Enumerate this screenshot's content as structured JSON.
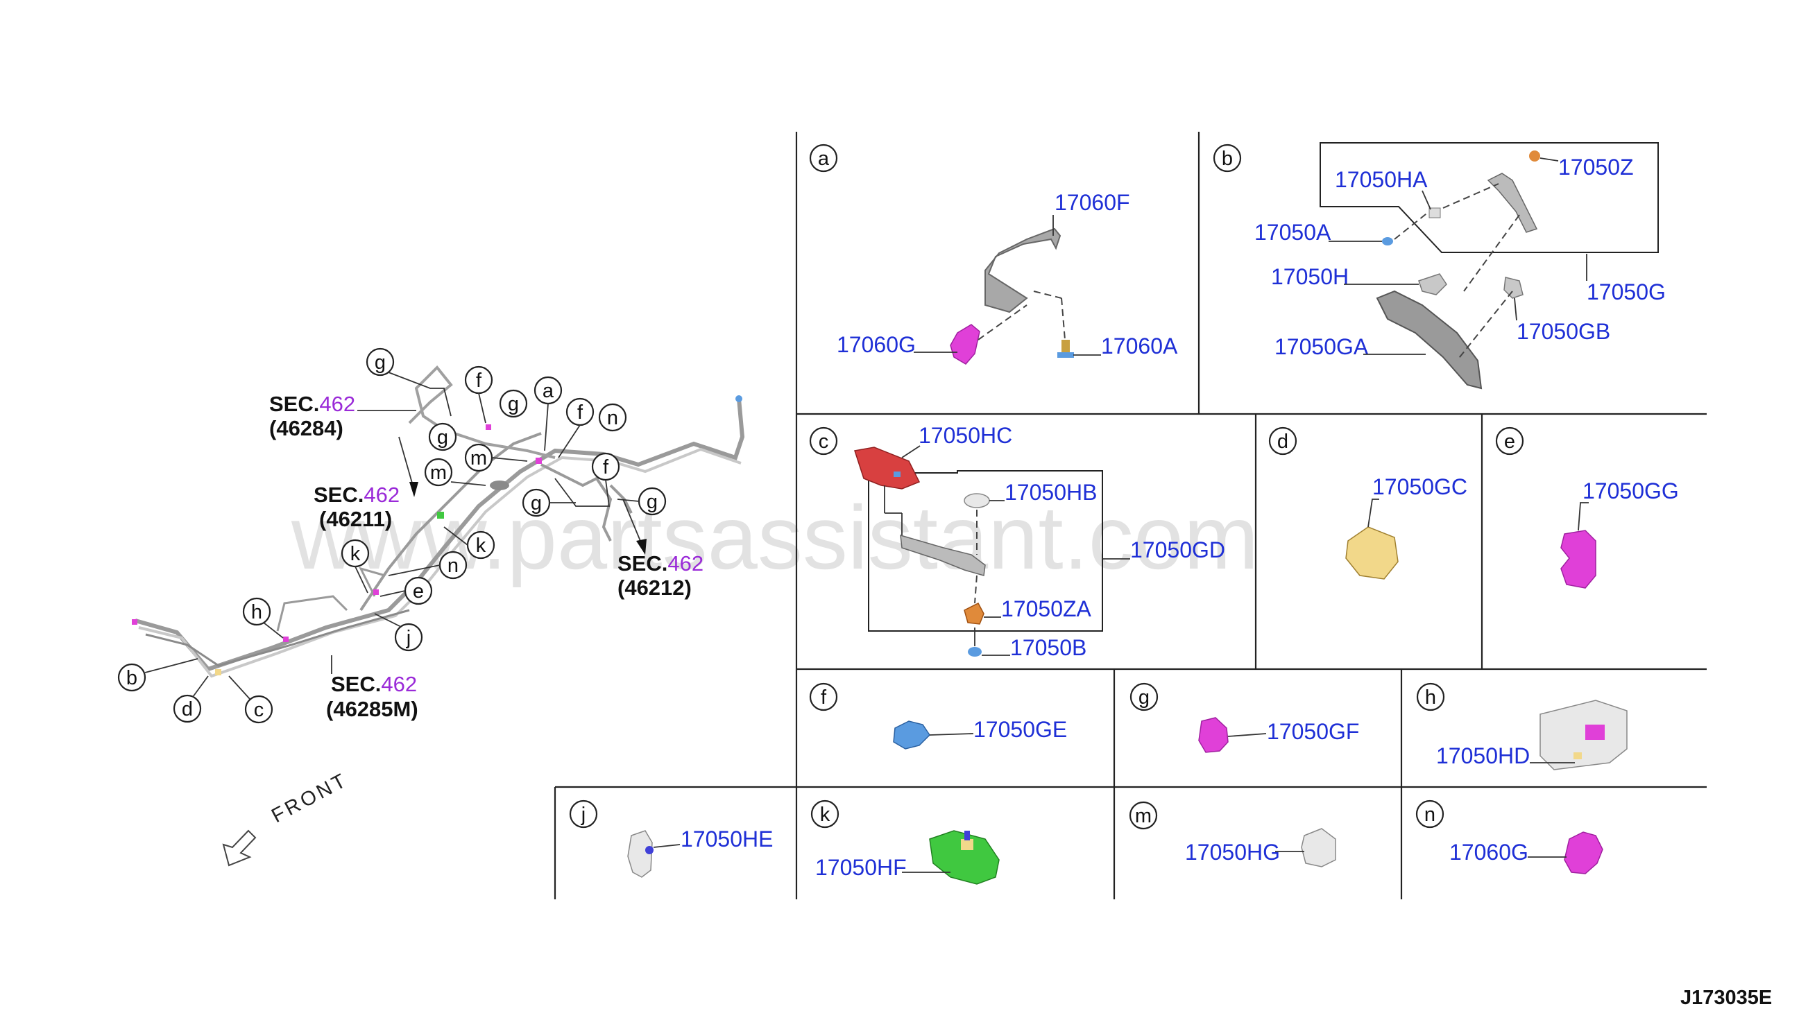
{
  "diagram_id": "J173035E",
  "watermark": "www.partsassistant.com",
  "front_label": "FRONT",
  "sections": [
    {
      "prefix": "SEC.",
      "number": "462",
      "ref": "(46284)"
    },
    {
      "prefix": "SEC.",
      "number": "462",
      "ref": "(46211)"
    },
    {
      "prefix": "SEC.",
      "number": "462",
      "ref": "(46212)"
    },
    {
      "prefix": "SEC.",
      "number": "462",
      "ref": "(46285M)"
    }
  ],
  "overview_callouts": [
    "g",
    "f",
    "g",
    "a",
    "f",
    "n",
    "g",
    "m",
    "m",
    "f",
    "g",
    "g",
    "k",
    "k",
    "n",
    "e",
    "h",
    "j",
    "b",
    "d",
    "c"
  ],
  "panels": {
    "a": {
      "letter": "a",
      "parts": [
        "17060F",
        "17060G",
        "17060A"
      ]
    },
    "b": {
      "letter": "b",
      "parts": [
        "17050HA",
        "17050Z",
        "17050A",
        "17050H",
        "17050G",
        "17050GB",
        "17050GA"
      ]
    },
    "c": {
      "letter": "c",
      "parts": [
        "17050HC",
        "17050HB",
        "17050GD",
        "17050ZA",
        "17050B"
      ]
    },
    "d": {
      "letter": "d",
      "parts": [
        "17050GC"
      ]
    },
    "e": {
      "letter": "e",
      "parts": [
        "17050GG"
      ]
    },
    "f": {
      "letter": "f",
      "parts": [
        "17050GE"
      ]
    },
    "g": {
      "letter": "g",
      "parts": [
        "17050GF"
      ]
    },
    "h": {
      "letter": "h",
      "parts": [
        "17050HD"
      ]
    },
    "j": {
      "letter": "j",
      "parts": [
        "17050HE"
      ]
    },
    "k": {
      "letter": "k",
      "parts": [
        "17050HF"
      ]
    },
    "m": {
      "letter": "m",
      "parts": [
        "17050HG"
      ]
    },
    "n": {
      "letter": "n",
      "parts": [
        "17060G"
      ]
    }
  },
  "colors": {
    "part_number": "#1e2fd6",
    "section_number": "#9a2ad8",
    "magenta_clip": "#e040d8",
    "blue_clip": "#5a9be0",
    "red_clip": "#d84040",
    "yellow_clip": "#f2d88a",
    "green_clip": "#40c840",
    "orange_nut": "#e08a3a",
    "gray_part": "#a8a8a8"
  }
}
